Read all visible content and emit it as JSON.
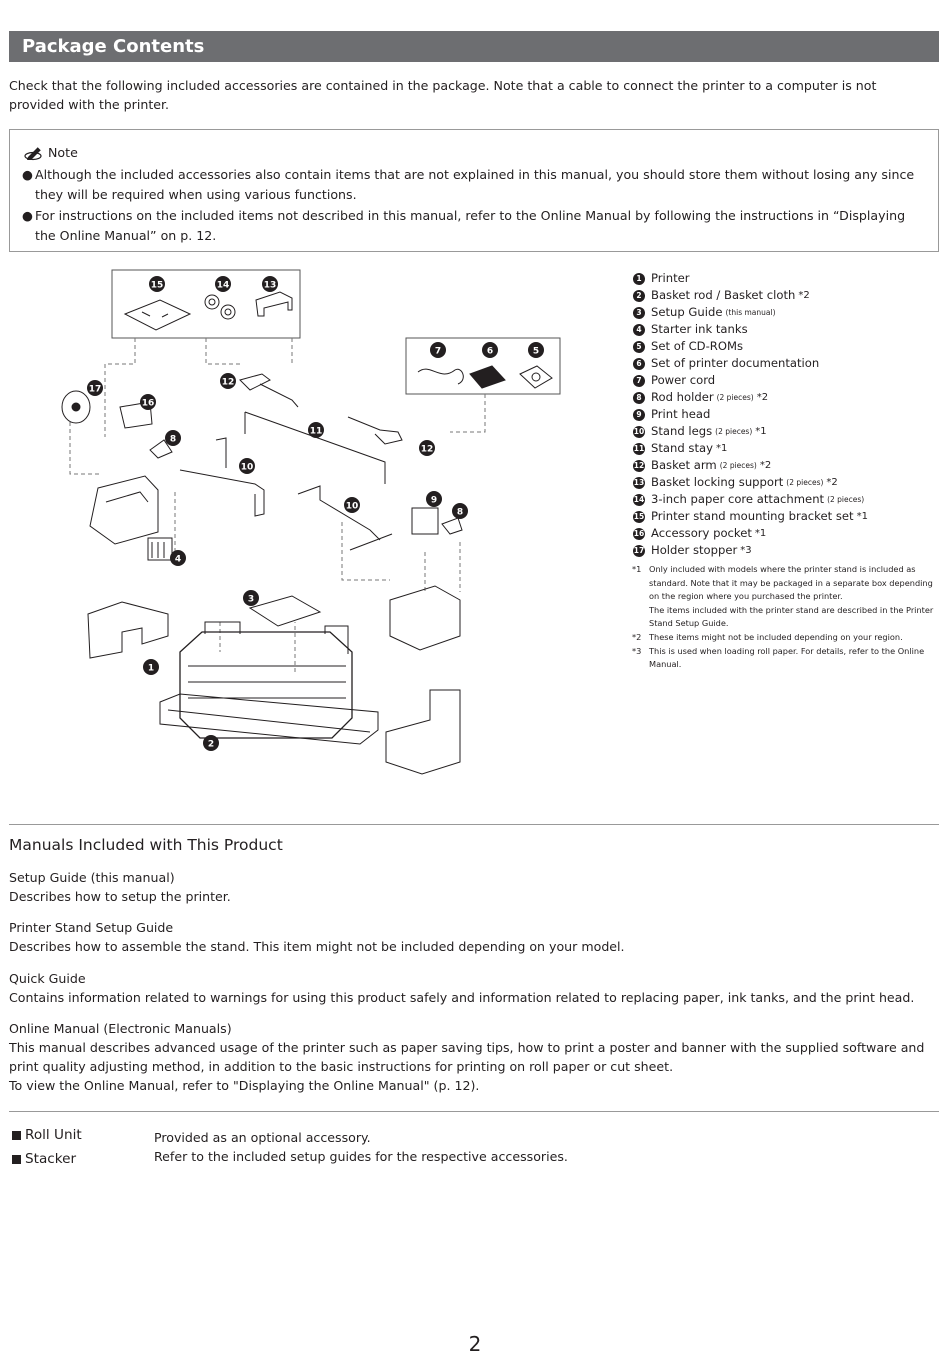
{
  "header": {
    "title": "Package Contents"
  },
  "intro": "Check that the following included accessories are contained in the package. Note that a cable to connect the printer to a computer is not provided with the printer.",
  "note": {
    "label": "Note",
    "items": [
      "Although the included accessories also contain items that are not explained in this manual, you should store them without losing any since they will be required when using various functions.",
      "For instructions on the included items not described in this manual, refer to the Online Manual by following the instructions in “Displaying the Online Manual” on p. 12."
    ]
  },
  "diagram": {
    "callouts": [
      "1",
      "2",
      "3",
      "4",
      "5",
      "6",
      "7",
      "8",
      "8",
      "9",
      "10",
      "10",
      "11",
      "12",
      "12",
      "13",
      "14",
      "15",
      "16",
      "17"
    ]
  },
  "parts": [
    {
      "num": "1",
      "name": "Printer",
      "qty": "",
      "mark": ""
    },
    {
      "num": "2",
      "name": "Basket rod / Basket cloth",
      "qty": "",
      "mark": "*2"
    },
    {
      "num": "3",
      "name": "Setup Guide",
      "qty": "(this manual)",
      "mark": ""
    },
    {
      "num": "4",
      "name": "Starter ink tanks",
      "qty": "",
      "mark": ""
    },
    {
      "num": "5",
      "name": "Set of CD-ROMs",
      "qty": "",
      "mark": ""
    },
    {
      "num": "6",
      "name": "Set of printer documentation",
      "qty": "",
      "mark": ""
    },
    {
      "num": "7",
      "name": "Power cord",
      "qty": "",
      "mark": ""
    },
    {
      "num": "8",
      "name": "Rod holder",
      "qty": "(2 pieces)",
      "mark": "*2"
    },
    {
      "num": "9",
      "name": "Print head",
      "qty": "",
      "mark": ""
    },
    {
      "num": "10",
      "name": "Stand legs",
      "qty": "(2 pieces)",
      "mark": "*1"
    },
    {
      "num": "11",
      "name": "Stand stay",
      "qty": "",
      "mark": "*1"
    },
    {
      "num": "12",
      "name": "Basket arm",
      "qty": "(2 pieces)",
      "mark": "*2"
    },
    {
      "num": "13",
      "name": "Basket locking support",
      "qty": "(2 pieces)",
      "mark": "*2"
    },
    {
      "num": "14",
      "name": "3-inch paper core attachment",
      "qty": "(2 pieces)",
      "mark": ""
    },
    {
      "num": "15",
      "name": "Printer stand mounting bracket set",
      "qty": "",
      "mark": "*1"
    },
    {
      "num": "16",
      "name": "Accessory pocket",
      "qty": "",
      "mark": "*1"
    },
    {
      "num": "17",
      "name": "Holder stopper",
      "qty": "",
      "mark": "*3"
    }
  ],
  "footnotes": [
    {
      "mark": "*1",
      "text": "Only included with models where the printer stand is included as standard. Note that it may be packaged in a separate box depending on the region where you purchased the printer."
    },
    {
      "mark": "",
      "text": "The items included with the printer stand are described in the Printer Stand Setup Guide."
    },
    {
      "mark": "*2",
      "text": "These items might not be included depending on your region."
    },
    {
      "mark": "*3",
      "text": "This is used when loading roll paper. For details, refer to the Online Manual."
    }
  ],
  "manuals": {
    "title": "Manuals Included with This Product",
    "items": [
      {
        "name": "Setup Guide (this manual)",
        "lines": [
          "Describes how to setup the printer."
        ]
      },
      {
        "name": "Printer Stand Setup Guide",
        "lines": [
          "Describes how to assemble the stand. This item might not be included depending on your model."
        ]
      },
      {
        "name": "Quick Guide",
        "lines": [
          "Contains information related to warnings for using this product safely and information related to replacing paper, ink tanks, and the print head."
        ]
      },
      {
        "name": "Online Manual (Electronic Manuals)",
        "lines": [
          "This manual describes advanced usage of the printer such as paper saving tips, how to print a poster and banner with the supplied software and print quality adjusting method, in addition to the basic instructions for printing on roll paper or cut sheet.",
          "To view the Online Manual, refer to \"Displaying the Online Manual\" (p. 12)."
        ]
      }
    ]
  },
  "accessories": {
    "names": [
      "Roll Unit",
      "Stacker"
    ],
    "lines": [
      "Provided as an optional accessory.",
      "Refer to the included setup guides for the respective accessories."
    ]
  },
  "page_number": "2"
}
